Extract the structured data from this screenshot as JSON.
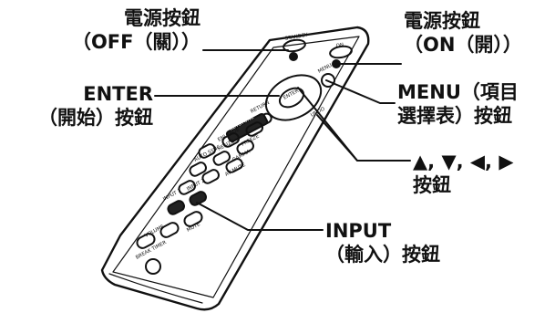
{
  "labels": {
    "power_off": {
      "line1": "電源按鈕",
      "line2": "（OFF（關））"
    },
    "power_on": {
      "line1": "電源按鈕",
      "line2": "（ON（開））"
    },
    "enter": {
      "line1": "ENTER",
      "line2": "（開始）按鈕"
    },
    "menu": {
      "line1": "MENU（項目",
      "line2": "選擇表）按鈕"
    },
    "arrows": {
      "line1": "▲, ▼, ◀, ▶",
      "line2": "按鈕"
    },
    "input": {
      "line1": "INPUT",
      "line2": "（輸入）按鈕"
    }
  },
  "remote": {
    "button_text": {
      "standby": "STANDBY",
      "on": "ON",
      "enter": "ENTER",
      "menu": "MENU",
      "keystone": "KEYSTONE",
      "auto_sync": "AUTO SYNC",
      "resize": "RESIZE",
      "enlarge": "ENLARGE",
      "gamma": "GAMMA",
      "freeze": "FREEZE",
      "av_mute": "AV MUTE",
      "input_1": "INPUT 1",
      "input_2": "INPUT 2",
      "volume": "VOLUME",
      "mute": "MUTE",
      "break_timer": "BREAK TIMER",
      "return": "RETURN",
      "undo": "UNDO"
    }
  },
  "colors": {
    "line": "#111111",
    "text": "#111111",
    "body_fill": "#ffffff"
  }
}
